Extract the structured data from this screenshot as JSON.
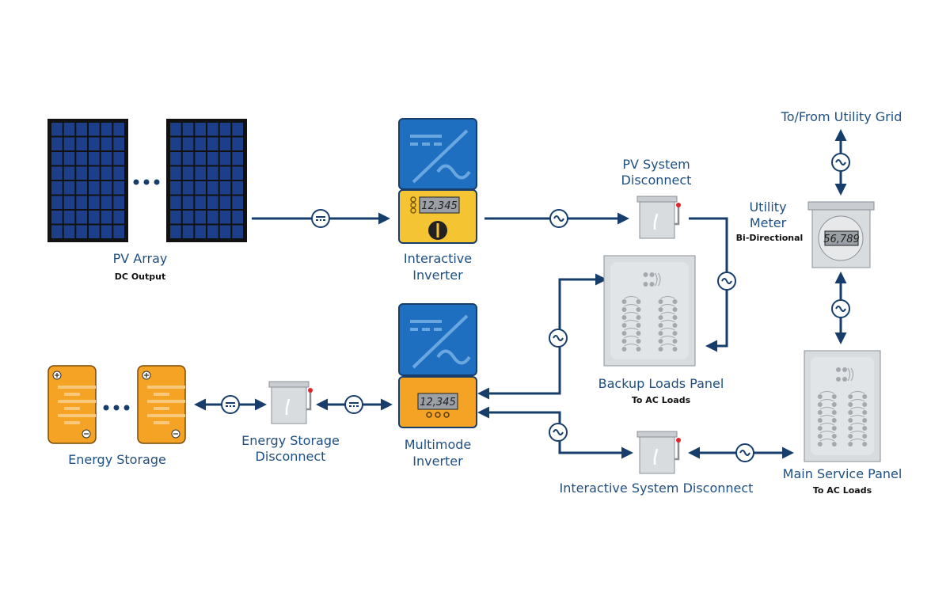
{
  "colors": {
    "wire": "#173e6b",
    "label": "#1f4f82",
    "inverter_blue": "#1f6fc1",
    "inverter_yellow": "#f4c433",
    "inverter_orange": "#f5a324",
    "battery": "#f5a324",
    "panel_gray": "#d9dcdf",
    "pv_cell": "#1d3f8a",
    "indicator_red": "#e0262b"
  },
  "pv_array": {
    "title": "PV Array",
    "subtitle": "DC Output"
  },
  "interactive_inverter": {
    "title_line1": "Interactive",
    "title_line2": "Inverter",
    "display": "12,345"
  },
  "pv_disconnect": {
    "title_line1": "PV System",
    "title_line2": "Disconnect"
  },
  "backup_panel": {
    "title": "Backup Loads Panel",
    "subtitle": "To AC Loads"
  },
  "utility_meter": {
    "title_line1": "Utility",
    "title_line2": "Meter",
    "subtitle": "Bi-Directional",
    "display": "56,789"
  },
  "utility_grid": {
    "title": "To/From Utility Grid"
  },
  "energy_storage": {
    "title": "Energy Storage"
  },
  "storage_disconnect": {
    "title_line1": "Energy Storage",
    "title_line2": "Disconnect"
  },
  "multimode_inverter": {
    "title_line1": "Multimode",
    "title_line2": "Inverter",
    "display": "12,345"
  },
  "interactive_disconnect": {
    "title": "Interactive System Disconnect"
  },
  "main_panel": {
    "title": "Main Service Panel",
    "subtitle": "To AC Loads"
  }
}
